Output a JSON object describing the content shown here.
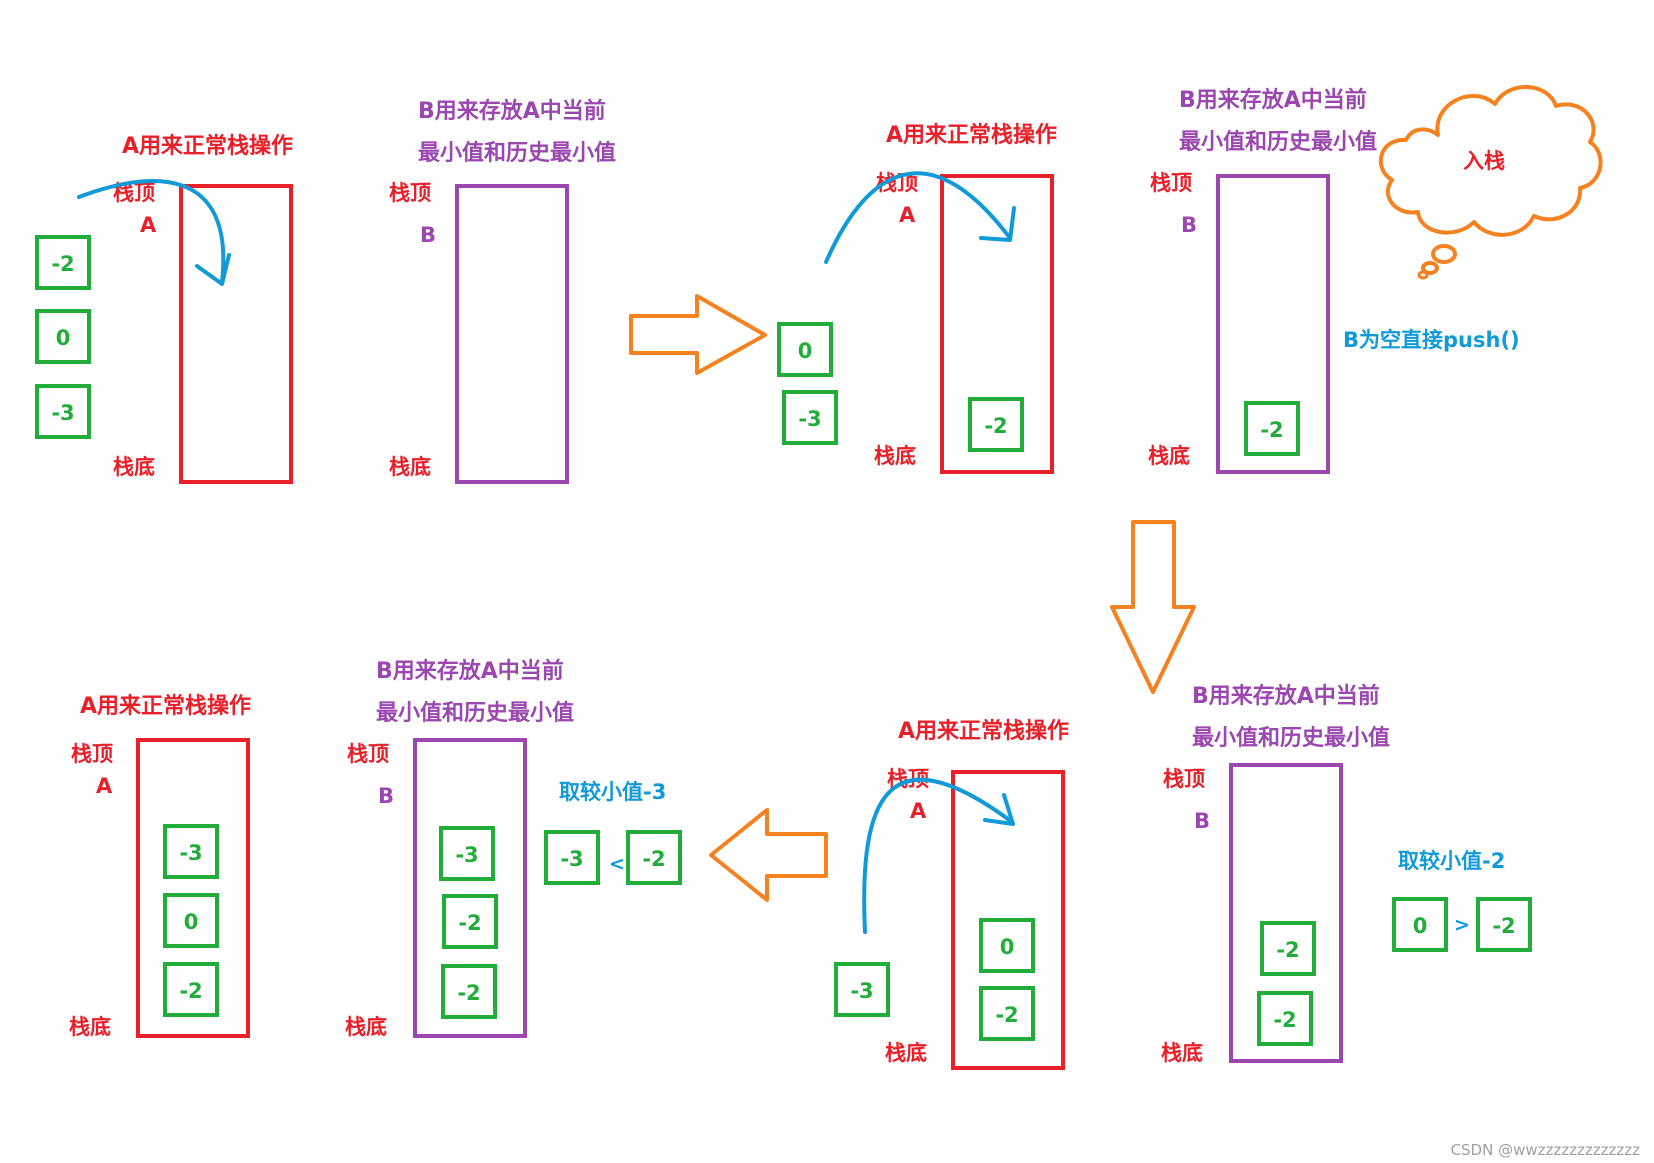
{
  "labels": {
    "a_title": "A用来正常栈操作",
    "b_title_1": "B用来存放A中当前",
    "b_title_2": "最小值和历史最小值",
    "top": "栈顶",
    "bottom": "栈底",
    "a": "A",
    "b": "B",
    "cloud": "入栈",
    "b_empty_push": "B为空直接push()",
    "min_neg2": "取较小值-2",
    "min_neg3": "取较小值-3",
    "lt": "<",
    "gt": ">"
  },
  "values": {
    "neg2": "-2",
    "zero": "0",
    "neg3": "-3"
  },
  "watermark": "CSDN @wwzzzzzzzzzzzzz",
  "colors": {
    "stack_a": "#e8202a",
    "stack_b": "#9b47b0",
    "element": "#22ad3a",
    "note": "#119ad8",
    "arrow": "#f5821f"
  }
}
